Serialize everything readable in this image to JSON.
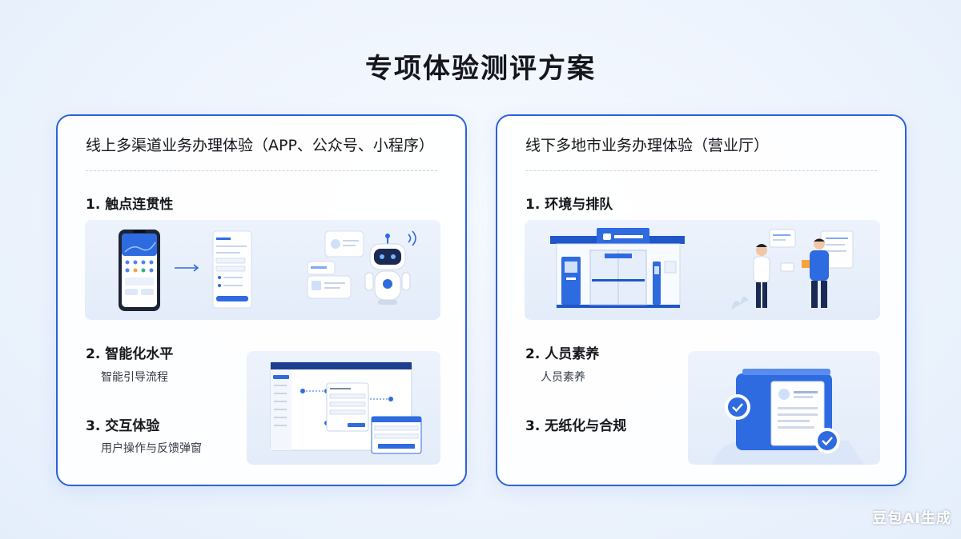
{
  "title": "专项体验测评方案",
  "left_card": {
    "title": "线上多渠道业务办理体验（APP、公众号、小程序）",
    "sections": [
      {
        "title": "1. 触点连贯性",
        "subtitle": ""
      },
      {
        "title": "2. 智能化水平",
        "subtitle": "智能引导流程"
      },
      {
        "title": "3. 交互体验",
        "subtitle": "用户操作与反馈弹窗"
      }
    ]
  },
  "right_card": {
    "title": "线下多地市业务办理体验（营业厅）",
    "sections": [
      {
        "title": "1. 环境与排队",
        "subtitle": ""
      },
      {
        "title": "2. 人员素养",
        "subtitle": "人员素养"
      },
      {
        "title": "3. 无纸化与合规",
        "subtitle": ""
      }
    ]
  },
  "icons": [
    "phone-illustration",
    "arrow-right-icon",
    "robot-icon",
    "wifi-icon",
    "flowchart-ui",
    "storefront-illustration",
    "people-illustration",
    "checkmark-icon",
    "document-icon"
  ],
  "watermark": "豆包AI生成",
  "colors": {
    "accent": "#2b62d9",
    "panel": "#e8eff9",
    "text": "#15171c"
  }
}
